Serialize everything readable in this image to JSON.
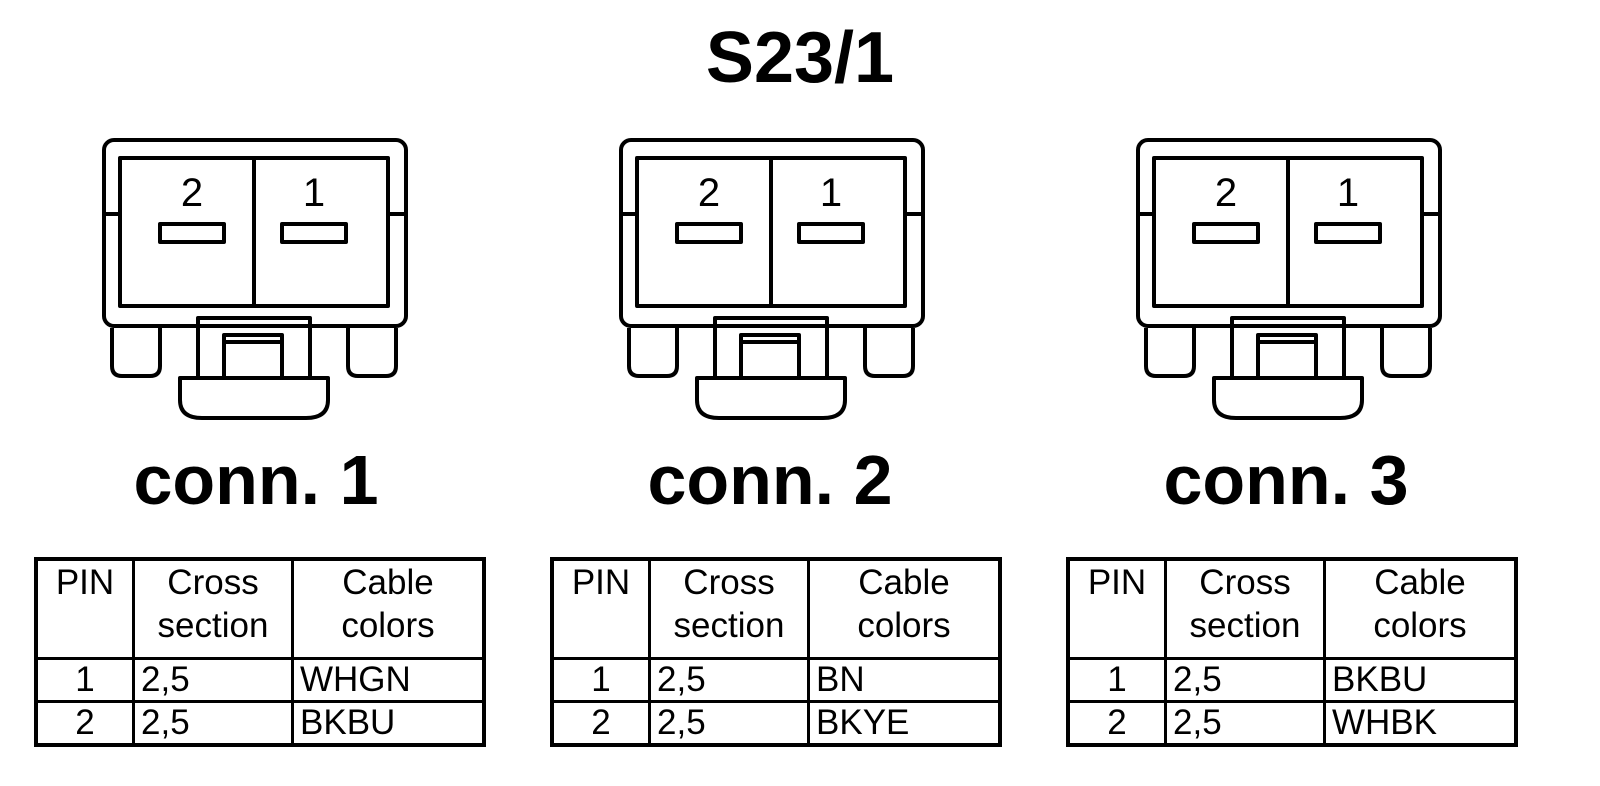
{
  "title": "S23/1",
  "connectors": [
    {
      "label": "conn. 1",
      "pin_left": "2",
      "pin_right": "1",
      "table": {
        "headers": {
          "pin": "PIN",
          "cross_1": "Cross",
          "cross_2": "section",
          "colors_1": "Cable",
          "colors_2": "colors"
        },
        "rows": [
          {
            "pin": "1",
            "cross_section": "2,5",
            "color": "WHGN"
          },
          {
            "pin": "2",
            "cross_section": "2,5",
            "color": "BKBU"
          }
        ]
      }
    },
    {
      "label": "conn. 2",
      "pin_left": "2",
      "pin_right": "1",
      "table": {
        "headers": {
          "pin": "PIN",
          "cross_1": "Cross",
          "cross_2": "section",
          "colors_1": "Cable",
          "colors_2": "colors"
        },
        "rows": [
          {
            "pin": "1",
            "cross_section": "2,5",
            "color": "BN"
          },
          {
            "pin": "2",
            "cross_section": "2,5",
            "color": "BKYE"
          }
        ]
      }
    },
    {
      "label": "conn. 3",
      "pin_left": "2",
      "pin_right": "1",
      "table": {
        "headers": {
          "pin": "PIN",
          "cross_1": "Cross",
          "cross_2": "section",
          "colors_1": "Cable",
          "colors_2": "colors"
        },
        "rows": [
          {
            "pin": "1",
            "cross_section": "2,5",
            "color": "BKBU"
          },
          {
            "pin": "2",
            "cross_section": "2,5",
            "color": "WHBK"
          }
        ]
      }
    }
  ]
}
